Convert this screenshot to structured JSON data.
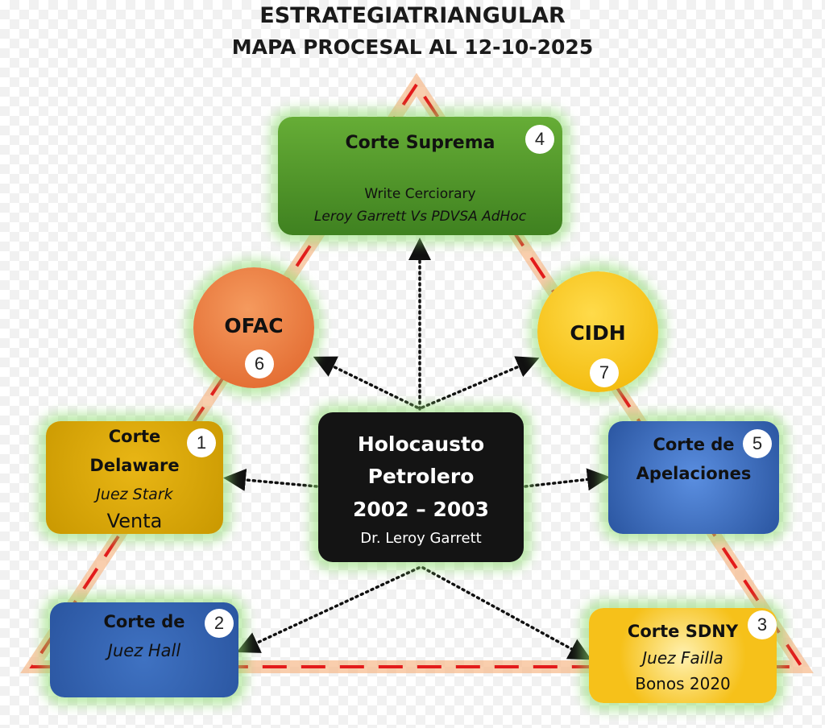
{
  "title": {
    "line1": "ESTRATEGIATRIANGULAR",
    "line2": "MAPA PROCESAL AL 12-10-2025"
  },
  "colors": {
    "triangle": "#e31b1b",
    "glow": "#f7b98a",
    "green": "#4e9a2a",
    "orange": "#e8743b",
    "yellow": "#f6c11a",
    "gold": "#d1a000",
    "blue": "#2f5ea8",
    "black": "#111111"
  },
  "center": {
    "line1": "Holocausto",
    "line2": "Petrolero",
    "line3": "2002 – 2003",
    "line4": "Dr. Leroy Garrett"
  },
  "nodes": {
    "suprema": {
      "title": "Corte Suprema",
      "badge": "4",
      "line1": "Write Cerciorary",
      "line2": "Leroy Garrett Vs PDVSA AdHoc"
    },
    "ofac": {
      "title": "OFAC",
      "badge": "6"
    },
    "cidh": {
      "title": "CIDH",
      "badge": "7"
    },
    "delaware": {
      "line1": "Corte",
      "line2": "Delaware",
      "line3": "Juez Stark",
      "line4": "Venta",
      "badge": "1"
    },
    "hall": {
      "line1": "Corte de",
      "line2": "Juez Hall",
      "badge": "2"
    },
    "apelaciones": {
      "line1": "Corte de",
      "line2": "Apelaciones",
      "badge": "5"
    },
    "sdny": {
      "line1": "Corte SDNY",
      "line2": "Juez Failla",
      "line3": "Bonos 2020",
      "badge": "3"
    }
  }
}
